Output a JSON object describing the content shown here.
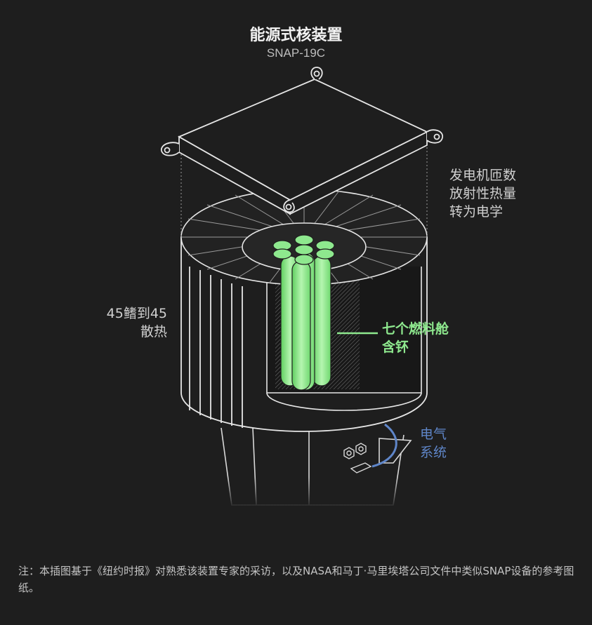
{
  "header": {
    "title": "能源式核装置",
    "subtitle": "SNAP-19C"
  },
  "labels": {
    "generator": [
      "发电机匝数",
      "放射性热量",
      "转为电学"
    ],
    "fins": [
      "45鳍到45",
      "散热"
    ],
    "fuel": [
      "七个燃料舱",
      "含钚"
    ],
    "electrical": [
      "电气",
      "系统"
    ]
  },
  "footnote": "注：本插图基于《纽约时报》对熟悉该装置专家的采访，以及NASA和马丁·马里埃塔公司文件中类似SNAP设备的参考图纸。",
  "colors": {
    "background": "#1e1e1e",
    "line": "#e6e6e6",
    "fuel_green": "#8ee88e",
    "electrical_blue": "#5f86c9"
  }
}
